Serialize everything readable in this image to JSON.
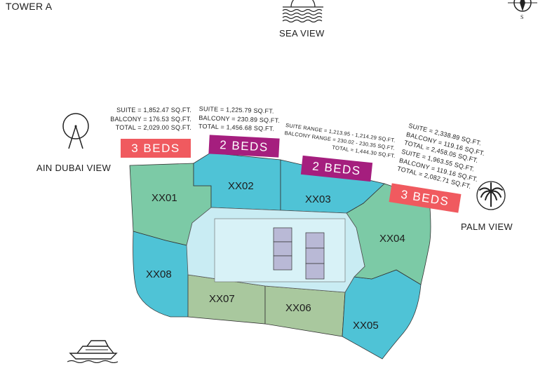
{
  "header": {
    "tower": "TOWER A",
    "compass_south": "S"
  },
  "views": {
    "sea": "SEA VIEW",
    "ain_dubai": "AIN DUBAI VIEW",
    "palm": "PALM VIEW"
  },
  "colors": {
    "teal_blue": "#4fc3d6",
    "green": "#7ccaa6",
    "sage": "#a9c89e",
    "core": "#c9ecf3",
    "salmon_badge": "#f05a5f",
    "purple_badge": "#a51e7e"
  },
  "units": [
    {
      "id": "XX01"
    },
    {
      "id": "XX02"
    },
    {
      "id": "XX03"
    },
    {
      "id": "XX04"
    },
    {
      "id": "XX05"
    },
    {
      "id": "XX06"
    },
    {
      "id": "XX07"
    },
    {
      "id": "XX08"
    }
  ],
  "badges": [
    {
      "label": "3 BEDS"
    },
    {
      "label": "2 BEDS"
    },
    {
      "label": "2 BEDS"
    },
    {
      "label": "3 BEDS"
    }
  ],
  "specs": {
    "xx01": [
      "SUITE = 1,852.47 SQ.FT.",
      "BALCONY = 176.53 SQ.FT.",
      "TOTAL = 2,029.00 SQ.FT."
    ],
    "xx02": [
      "SUITE = 1,225.79 SQ.FT.",
      "BALCONY = 230.89 SQ.FT.",
      "TOTAL = 1,456.68 SQ.FT."
    ],
    "xx03": [
      "SUITE RANGE = 1,213.95 - 1,214.29 SQ.FT.",
      "BALCONY RANGE = 230.02 - 230.35 SQ.FT.",
      "TOTAL = 1,444.30 SQ.FT."
    ],
    "xx04_upper": [
      "SUITE = 2,338.89 SQ.FT.",
      "BALCONY = 119.16 SQ.FT.",
      "TOTAL = 2,458.05 SQ.FT."
    ],
    "xx04_lower": [
      "SUITE = 1,963.55 SQ.FT.",
      "BALCONY = 119.16 SQ.FT.",
      "TOTAL = 2,082.71 SQ.FT."
    ]
  }
}
